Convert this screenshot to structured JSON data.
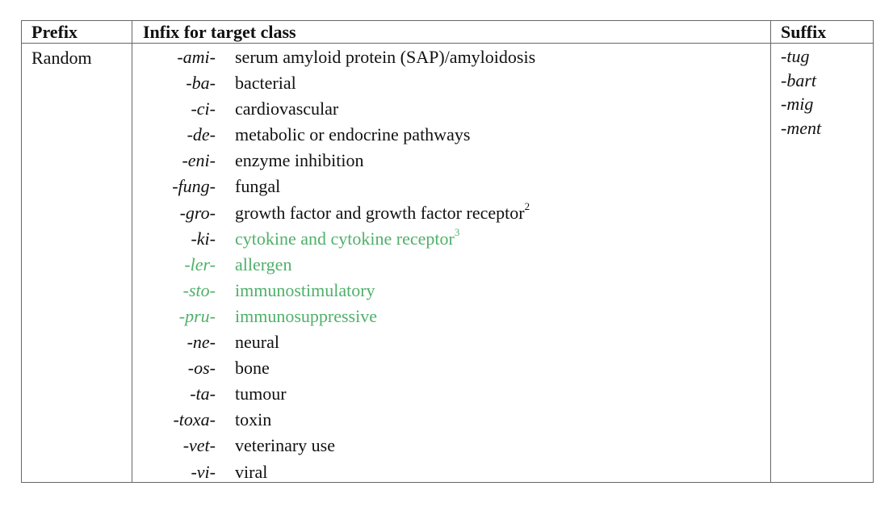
{
  "table": {
    "headers": {
      "prefix": "Prefix",
      "infix": "Infix for target class",
      "suffix": "Suffix"
    },
    "prefix_value": "Random",
    "highlight_color": "#4fb06a",
    "rows": [
      {
        "infix": "-ami-",
        "description": "serum amyloid protein (SAP)/amyloidosis",
        "sup": "",
        "infix_green": false,
        "desc_green": false
      },
      {
        "infix": "-ba-",
        "description": "bacterial",
        "sup": "",
        "infix_green": false,
        "desc_green": false
      },
      {
        "infix": "-ci-",
        "description": "cardiovascular",
        "sup": "",
        "infix_green": false,
        "desc_green": false
      },
      {
        "infix": "-de-",
        "description": "metabolic or endocrine pathways",
        "sup": "",
        "infix_green": false,
        "desc_green": false
      },
      {
        "infix": "-eni-",
        "description": "enzyme inhibition",
        "sup": "",
        "infix_green": false,
        "desc_green": false
      },
      {
        "infix": "-fung-",
        "description": "fungal",
        "sup": "",
        "infix_green": false,
        "desc_green": false
      },
      {
        "infix": "-gro-",
        "description": "growth factor and growth factor receptor",
        "sup": "2",
        "infix_green": false,
        "desc_green": false
      },
      {
        "infix": "-ki-",
        "description": "cytokine and cytokine receptor",
        "sup": "3",
        "infix_green": false,
        "desc_green": true
      },
      {
        "infix": "-ler-",
        "description": "allergen",
        "sup": "",
        "infix_green": true,
        "desc_green": true
      },
      {
        "infix": "-sto-",
        "description": "immunostimulatory",
        "sup": "",
        "infix_green": true,
        "desc_green": true
      },
      {
        "infix": "-pru-",
        "description": "immunosuppressive",
        "sup": "",
        "infix_green": true,
        "desc_green": true
      },
      {
        "infix": "-ne-",
        "description": "neural",
        "sup": "",
        "infix_green": false,
        "desc_green": false
      },
      {
        "infix": "-os-",
        "description": "bone",
        "sup": "",
        "infix_green": false,
        "desc_green": false
      },
      {
        "infix": "-ta-",
        "description": "tumour",
        "sup": "",
        "infix_green": false,
        "desc_green": false
      },
      {
        "infix": "-toxa-",
        "description": "toxin",
        "sup": "",
        "infix_green": false,
        "desc_green": false
      },
      {
        "infix": "-vet-",
        "description": "veterinary use",
        "sup": "",
        "infix_green": false,
        "desc_green": false
      },
      {
        "infix": "-vi-",
        "description": "viral",
        "sup": "",
        "infix_green": false,
        "desc_green": false
      }
    ],
    "suffixes": [
      "-tug",
      "-bart",
      "-mig",
      "-ment"
    ]
  }
}
